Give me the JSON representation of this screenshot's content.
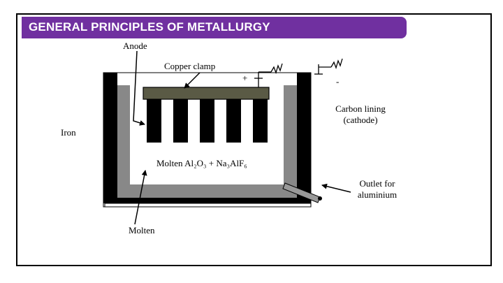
{
  "slide": {
    "title": "GENERAL PRINCIPLES OF METALLURGY"
  },
  "diagram": {
    "labels": {
      "anode": "Anode",
      "copper_clamp": "Copper clamp",
      "plus": "+",
      "minus": "-",
      "carbon_lining_line1": "Carbon lining",
      "carbon_lining_line2": "(cathode)",
      "iron": "Iron",
      "electrolyte": "Molten Al₂O₃ + Na₃AlF₆",
      "outlet_line1": "Outlet for",
      "outlet_line2": "aluminium",
      "molten": "Molten"
    }
  },
  "colors": {
    "banner": "#7030a0",
    "carbon_lining": "#888888",
    "clamp": "#5a5a45",
    "outer_wall": "#000000"
  }
}
